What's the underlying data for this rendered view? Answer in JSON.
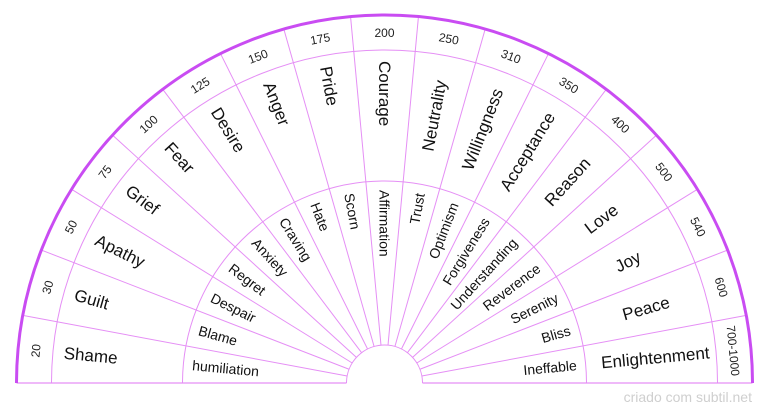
{
  "colors": {
    "line": "#e58ff5",
    "outer_arc": "#c94cf2",
    "text": "#111111",
    "watermark": "#cfcfcf"
  },
  "sectors": [
    {
      "level": "20",
      "emotion": "Shame",
      "feeling": "humiliation"
    },
    {
      "level": "30",
      "emotion": "Guilt",
      "feeling": "Blame"
    },
    {
      "level": "50",
      "emotion": "Apathy",
      "feeling": "Despair"
    },
    {
      "level": "75",
      "emotion": "Grief",
      "feeling": "Regret"
    },
    {
      "level": "100",
      "emotion": "Fear",
      "feeling": "Anxiety"
    },
    {
      "level": "125",
      "emotion": "Desire",
      "feeling": "Craving"
    },
    {
      "level": "150",
      "emotion": "Anger",
      "feeling": "Hate"
    },
    {
      "level": "175",
      "emotion": "Pride",
      "feeling": "Scorn"
    },
    {
      "level": "200",
      "emotion": "Courage",
      "feeling": "Affirmation"
    },
    {
      "level": "250",
      "emotion": "Neutrality",
      "feeling": "Trust"
    },
    {
      "level": "310",
      "emotion": "Willingness",
      "feeling": "Optimism"
    },
    {
      "level": "350",
      "emotion": "Acceptance",
      "feeling": "Forgiveness"
    },
    {
      "level": "400",
      "emotion": "Reason",
      "feeling": "Understanding"
    },
    {
      "level": "500",
      "emotion": "Love",
      "feeling": "Reverence"
    },
    {
      "level": "540",
      "emotion": "Joy",
      "feeling": "Serenity"
    },
    {
      "level": "600",
      "emotion": "Peace",
      "feeling": "Bliss"
    },
    {
      "level": "700-1000",
      "emotion": "Enlightenment",
      "feeling": "Ineffable"
    }
  ],
  "watermark": "criado com subtil.net"
}
